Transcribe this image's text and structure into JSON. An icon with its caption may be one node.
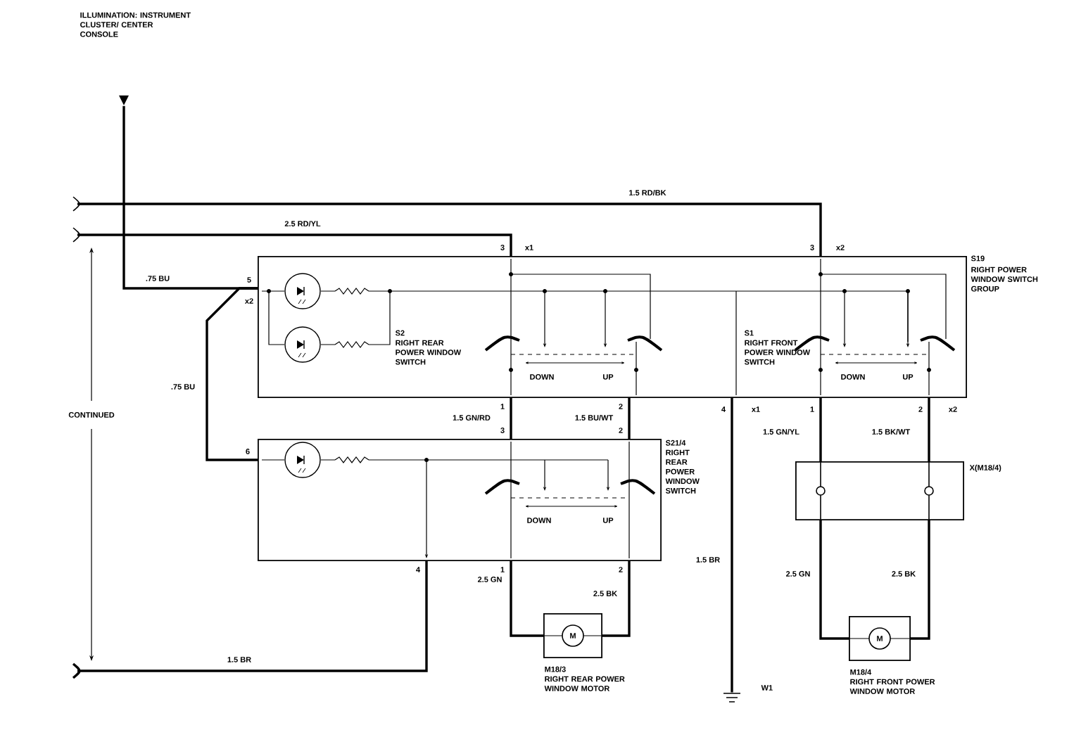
{
  "diagram": {
    "nodes": [
      {
        "text": [
          "ILLUMINATION: INSTRUMENT CLUSTER/ CENTER CONSOLE"
        ]
      },
      {
        "text": [],
        "shape": "triangle"
      },
      {
        "text": [
          "S19",
          "RIGHT POWER WINDOW SWITCH GROUP",
          "S2",
          "RIGHT REAR POWER WINDOW SWITCH",
          "S1",
          "RIGHT FRONT POWER WINDOW SWITCH"
        ]
      },
      {
        "text": [
          "S21/4",
          "RIGHT REAR POWER WINDOW SWITCH"
        ]
      },
      {
        "text": [
          "X(M18/4)"
        ]
      },
      {
        "text": [
          "M",
          "M18/3",
          "RIGHT REAR POWER WINDOW MOTOR"
        ]
      },
      {
        "text": [
          "M",
          "M18/4",
          "RIGHT FRONT POWER WINDOW MOTOR"
        ]
      },
      {
        "text": [],
        "shape": "ground",
        "beside": [
          "W1"
        ]
      }
    ],
    "edges": [
      {
        "from": 1,
        "to": 2,
        "arrow": "none",
        "label": ".75 BU"
      },
      {
        "from": 2,
        "to": 3,
        "arrow": "none",
        "label": ".75 BU"
      },
      {
        "from": null,
        "to": 2,
        "arrow": "none",
        "label": "1.5 RD/BK"
      },
      {
        "from": null,
        "to": 2,
        "arrow": "none",
        "label": "2.5 RD/YL"
      },
      {
        "from": 2,
        "to": 3,
        "arrow": "none",
        "label": "1.5 GN/RD"
      },
      {
        "from": 2,
        "to": 3,
        "arrow": "none",
        "label": "1.5 BU/WT"
      },
      {
        "from": 2,
        "to": 7,
        "arrow": "none",
        "label": "1.5 BR"
      },
      {
        "from": 2,
        "to": 4,
        "arrow": "none",
        "label": "1.5 GN/YL"
      },
      {
        "from": 2,
        "to": 4,
        "arrow": "none",
        "label": "1.5 BK/WT"
      },
      {
        "from": 3,
        "to": 5,
        "arrow": "none",
        "label": "2.5 GN"
      },
      {
        "from": 3,
        "to": 5,
        "arrow": "none",
        "label": "2.5 BK"
      },
      {
        "from": 4,
        "to": 6,
        "arrow": "none",
        "label": "2.5 GN"
      },
      {
        "from": 4,
        "to": 6,
        "arrow": "none",
        "label": "2.5 BK"
      },
      {
        "from": 3,
        "to": null,
        "arrow": "other",
        "label": "1.5 BR"
      }
    ],
    "labels": [
      "CONTINUED",
      "3",
      "x1",
      "3",
      "x2",
      "5",
      "x2",
      "6",
      "1",
      "3",
      "2",
      "2",
      "4",
      "x1",
      "1",
      "2",
      "x2",
      "4",
      "1",
      "2",
      "DOWN",
      "UP",
      "DOWN",
      "UP",
      "DOWN",
      "UP"
    ]
  }
}
